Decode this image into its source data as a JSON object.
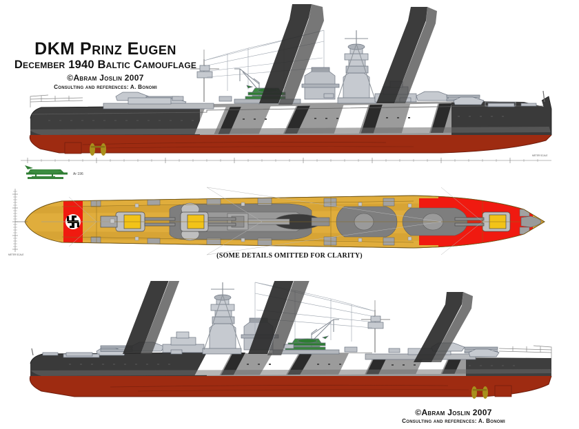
{
  "document": {
    "title_main": "DKM Prinz Eugen",
    "title_sub": "December 1940 Baltic Camouflage",
    "credit": "©Abram Joslin 2007",
    "consulting": "Consulting and references: A. Bonomi",
    "plan_note": "(SOME DETAILS OMITTED FOR CLARITY)",
    "bottom_credit": "©Abram Joslin 2007",
    "bottom_consulting": "Consulting and references: A. Bonomi"
  },
  "views": [
    {
      "id": "starboard-profile",
      "label": "Starboard side profile",
      "bow_direction": "right",
      "scale_ruler": "horizontal scale bar beneath hull"
    },
    {
      "id": "plan-view",
      "label": "Overhead plan / deck view",
      "bow_direction": "right",
      "scale_ruler": "vertical scale bar at left"
    },
    {
      "id": "port-profile",
      "label": "Port side profile",
      "bow_direction": "left",
      "scale_ruler": "none"
    }
  ],
  "inset": {
    "id": "arado-floatplane",
    "label": "Arado Ar 196 floatplane side view detail"
  },
  "markings": {
    "aerial_recognition": "red band with black swastika on white disc",
    "bow_marking": "red cross with swastika roundel",
    "camouflage_scheme": "black and white zigzag splinter stripes over medium grey"
  },
  "palette": {
    "hull_red": "#9E2B11",
    "hull_red_dark": "#8A2410",
    "deck_tan": "#E0AD3C",
    "deck_tan_dark": "#CE9B2E",
    "hull_grey": "#9B9B9B",
    "hull_grey_light": "#B9BCC0",
    "superstructure_grey": "#C6CAD0",
    "dark_grey": "#3C3C3C",
    "near_black": "#2A2A2A",
    "camo_white": "#FFFFFF",
    "deck_grey": "#8E8E8E",
    "fitting_grey": "#6E6E6E",
    "plane_green": "#2E7D32",
    "marking_red": "#F01A10",
    "gun_yellow": "#F2C318",
    "outline": "#1A1A1A"
  }
}
